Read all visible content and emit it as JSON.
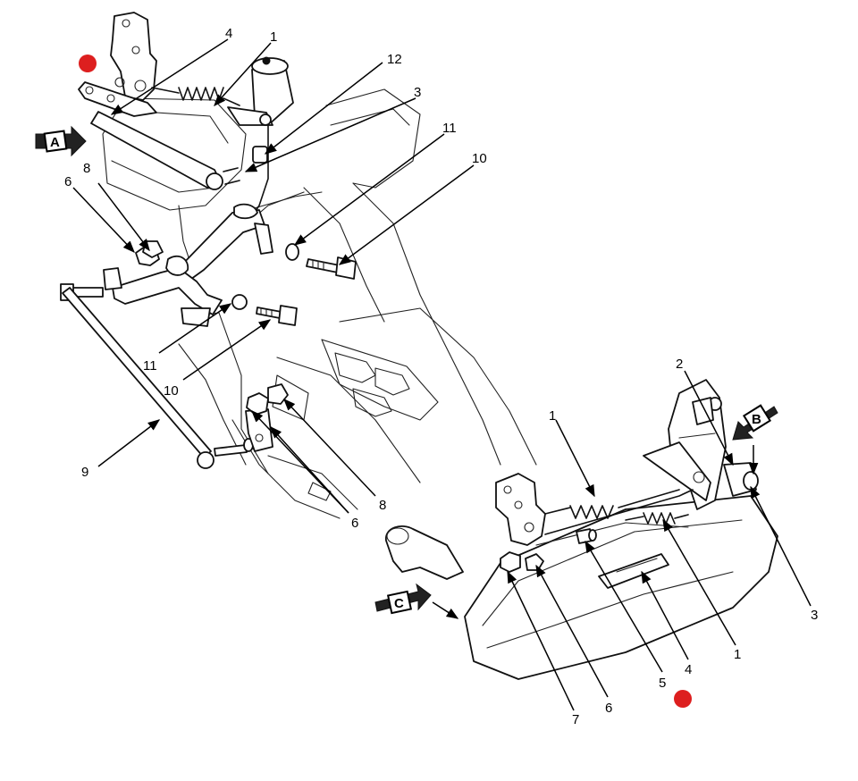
{
  "top_assembly": {
    "callouts": [
      "4",
      "1",
      "12",
      "3",
      "11",
      "10",
      "8",
      "6",
      "11",
      "10",
      "9",
      "6",
      "8"
    ]
  },
  "bottom_assembly": {
    "callouts": [
      "1",
      "2",
      "3",
      "1",
      "4",
      "5",
      "6",
      "7"
    ]
  },
  "view_markers": [
    "A",
    "B",
    "C"
  ],
  "colors": {
    "marker_dot": "#dd1f1f",
    "line": "#111111"
  },
  "icons": [
    "red-dot-marker",
    "view-arrow-icon"
  ]
}
